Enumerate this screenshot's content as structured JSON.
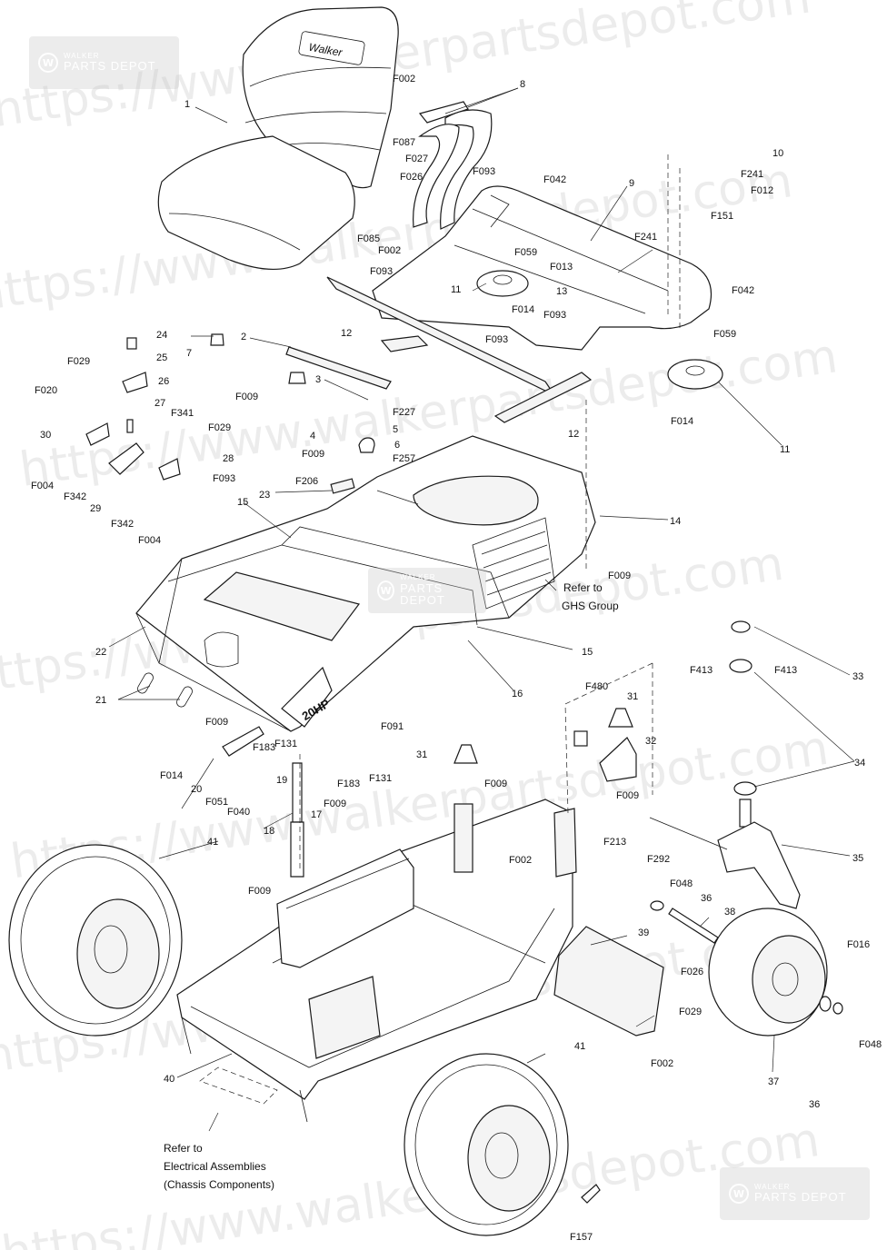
{
  "watermark": {
    "url_text": "https://www.walkerpartsdepot.com",
    "brand_top": "WALKER",
    "brand_bottom": "PARTS DEPOT"
  },
  "seat_brand": "Walker",
  "engine_badge": "20HP",
  "notes": {
    "ghs_line1": "Refer to",
    "ghs_line2": "GHS Group",
    "elec_line1": "Refer to",
    "elec_line2": "Electrical Assemblies",
    "elec_line3": "(Chassis Components)"
  },
  "callouts": [
    "1",
    "F002",
    "8",
    "F087",
    "F027",
    "F026",
    "F093",
    "F042",
    "F085",
    "F002",
    "10",
    "F241",
    "F012",
    "F151",
    "9",
    "F059",
    "F241",
    "F013",
    "F093",
    "11",
    "13",
    "F014",
    "F093",
    "F042",
    "12",
    "F093",
    "F059",
    "11",
    "F014",
    "12",
    "24",
    "25",
    "26",
    "27",
    "F341",
    "F029",
    "F020",
    "30",
    "F004",
    "F342",
    "29",
    "F342",
    "F004",
    "F029",
    "28",
    "F093",
    "7",
    "2",
    "F009",
    "3",
    "F227",
    "5",
    "4",
    "F009",
    "6",
    "F257",
    "F206",
    "23",
    "15",
    "14",
    "F009",
    "22",
    "21",
    "15",
    "16",
    "F009",
    "F183",
    "F131",
    "F014",
    "20",
    "F051",
    "F040",
    "19",
    "17",
    "F009",
    "F091",
    "F183",
    "F131",
    "18",
    "F009",
    "31",
    "F009",
    "F480",
    "31",
    "32",
    "F009",
    "F413",
    "F413",
    "33",
    "34",
    "F002",
    "F213",
    "F292",
    "35",
    "41",
    "F048",
    "36",
    "38",
    "39",
    "F026",
    "F029",
    "F002",
    "F016",
    "37",
    "F048",
    "36",
    "40",
    "41",
    "F157"
  ]
}
